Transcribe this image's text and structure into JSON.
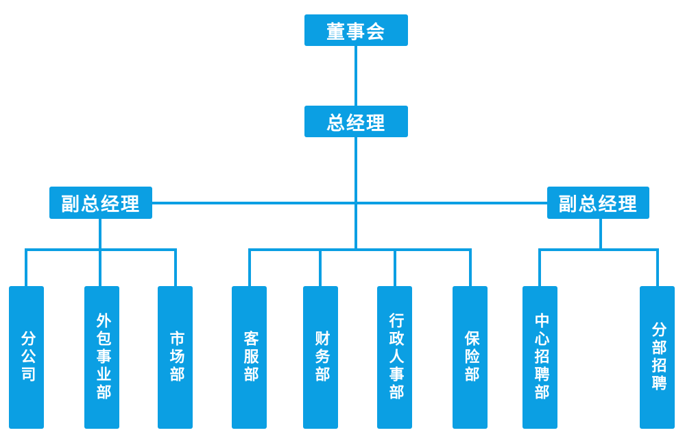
{
  "board": "董事会",
  "general_manager": "总经理",
  "deputy_left": "副总经理",
  "deputy_right": "副总经理",
  "departments": [
    "分公司",
    "外包事业部",
    "市场部",
    "客服部",
    "财务部",
    "行政人事部",
    "保险部",
    "中心招聘部",
    "分部招聘"
  ],
  "colors": {
    "box": "#0b9fe3",
    "line": "#0b9fe3",
    "text": "#ffffff"
  }
}
